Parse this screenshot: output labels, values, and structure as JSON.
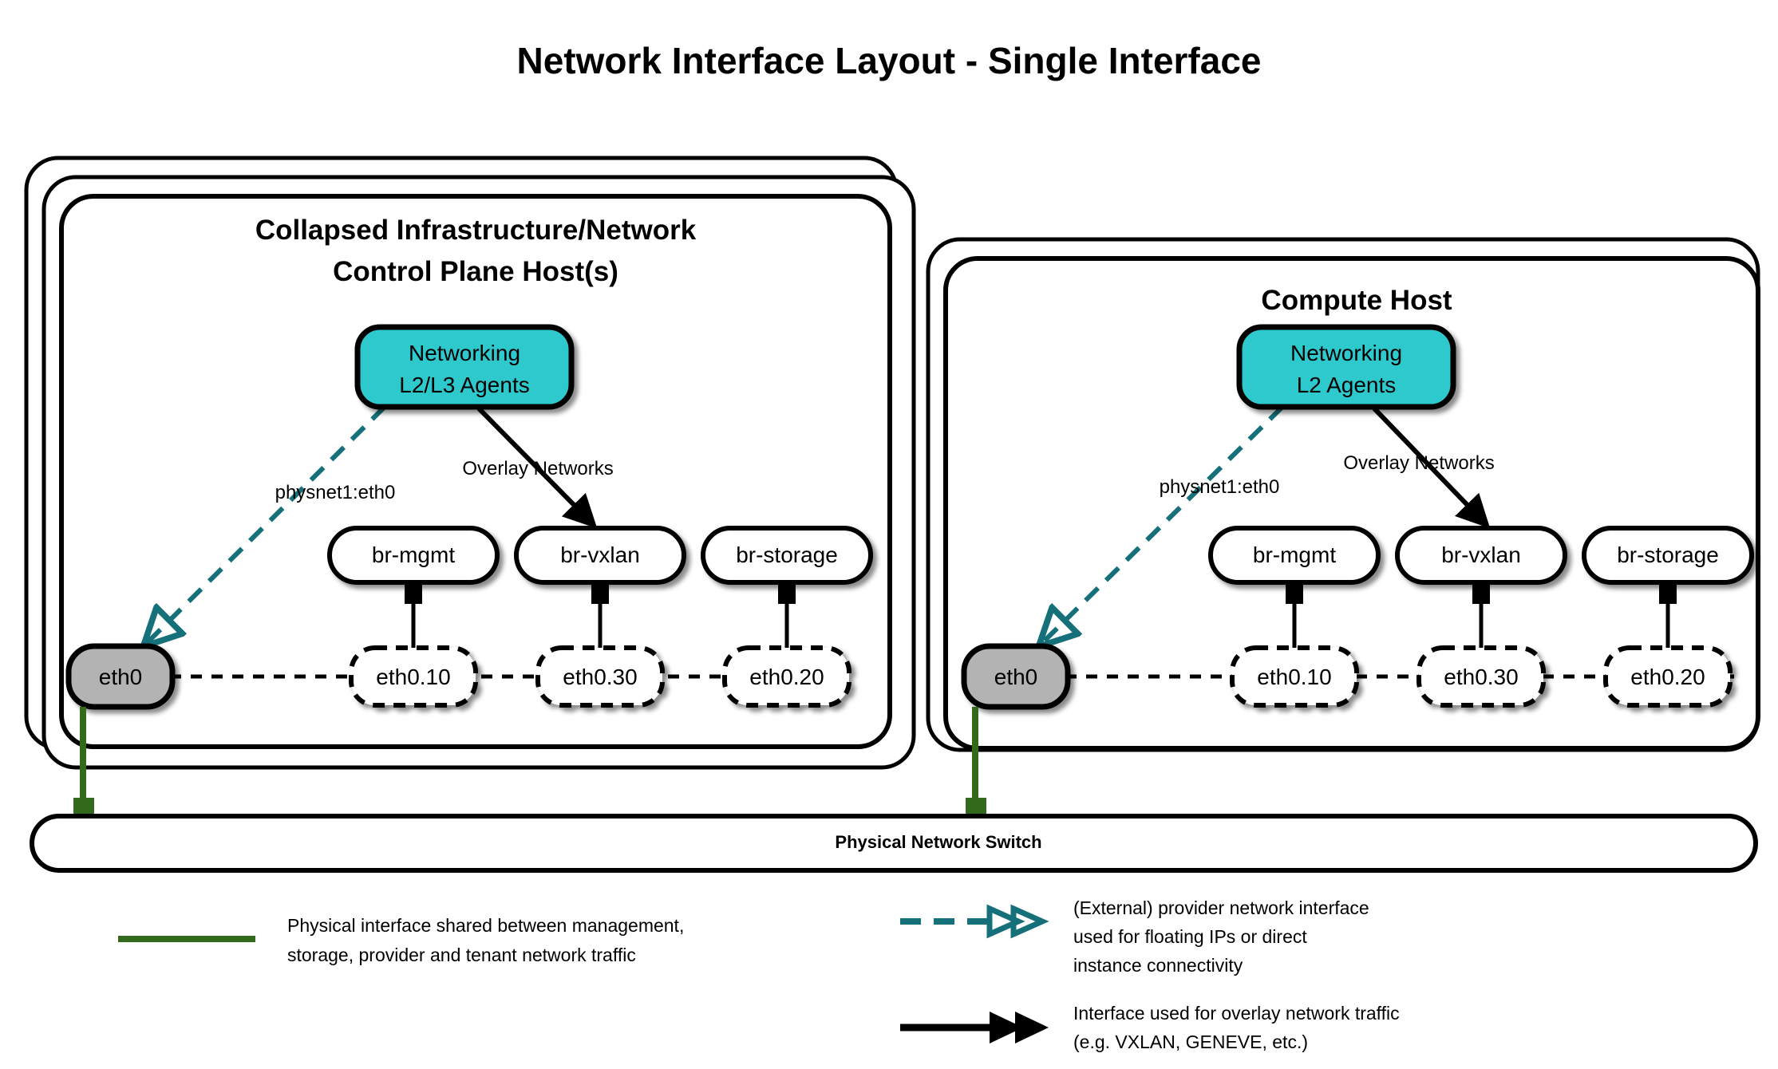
{
  "title": "Network Interface Layout - Single Interface",
  "hosts": [
    {
      "id": "control",
      "title_line1": "Collapsed Infrastructure/Network",
      "title_line2": "Control Plane Host(s)",
      "stack_layers": 3,
      "agent_box": {
        "line1": "Networking",
        "line2": "L2/L3 Agents",
        "fill": "#2ec9cd"
      },
      "edge_labels": {
        "provider": "physnet1:eth0",
        "overlay": "Overlay Networks"
      },
      "physical_nic": "eth0",
      "bridges": [
        "br-mgmt",
        "br-vxlan",
        "br-storage"
      ],
      "vlans": [
        "eth0.10",
        "eth0.30",
        "eth0.20"
      ]
    },
    {
      "id": "compute",
      "title_line1": "Compute Host",
      "title_line2": "",
      "stack_layers": 2,
      "agent_box": {
        "line1": "Networking",
        "line2": "L2 Agents",
        "fill": "#2ec9cd"
      },
      "edge_labels": {
        "provider": "physnet1:eth0",
        "overlay": "Overlay Networks"
      },
      "physical_nic": "eth0",
      "bridges": [
        "br-mgmt",
        "br-vxlan",
        "br-storage"
      ],
      "vlans": [
        "eth0.10",
        "eth0.30",
        "eth0.20"
      ]
    }
  ],
  "switch": {
    "label": "Physical Network Switch"
  },
  "legend": [
    {
      "id": "physical",
      "style": "solid-green",
      "color": "#33691a",
      "lines": [
        "Physical interface shared between management,",
        "storage, provider and tenant network traffic"
      ]
    },
    {
      "id": "provider",
      "style": "dashed-teal-double-arrow",
      "color": "#15707a",
      "lines": [
        "(External) provider network interface",
        "used for floating IPs or direct",
        "instance connectivity"
      ]
    },
    {
      "id": "overlay",
      "style": "solid-black-arrow",
      "color": "#000000",
      "lines": [
        "Interface used for overlay network traffic",
        "(e.g. VXLAN, GENEVE, etc.)"
      ]
    }
  ],
  "colors": {
    "teal_node": "#2ec9cd",
    "gray_nic": "#b3b3b3",
    "green_link": "#33691a",
    "teal_dash": "#15707a",
    "stroke": "#000000"
  }
}
